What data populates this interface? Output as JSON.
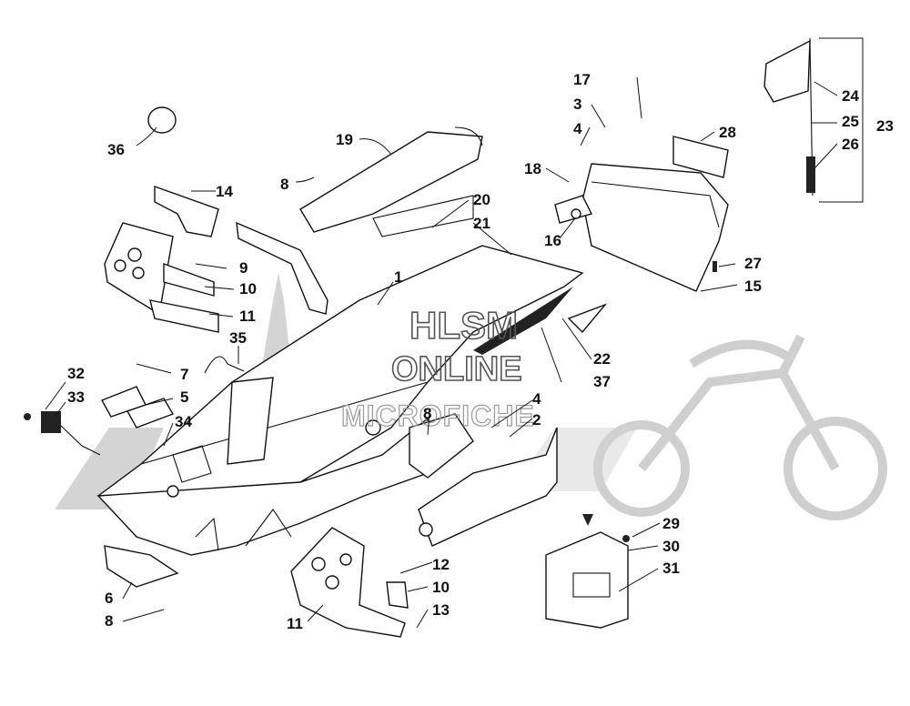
{
  "watermark": {
    "line1": "HLSM",
    "line2": "ONLINE",
    "line3": "MICROFICHE"
  },
  "callouts": [
    {
      "id": "c1",
      "text": "1"
    },
    {
      "id": "c2",
      "text": "2"
    },
    {
      "id": "c3",
      "text": "3"
    },
    {
      "id": "c4a",
      "text": "4"
    },
    {
      "id": "c4b",
      "text": "4"
    },
    {
      "id": "c5",
      "text": "5"
    },
    {
      "id": "c6",
      "text": "6"
    },
    {
      "id": "c7",
      "text": "7"
    },
    {
      "id": "c8a",
      "text": "8"
    },
    {
      "id": "c8b",
      "text": "8"
    },
    {
      "id": "c8c",
      "text": "8"
    },
    {
      "id": "c9",
      "text": "9"
    },
    {
      "id": "c10a",
      "text": "10"
    },
    {
      "id": "c10b",
      "text": "10"
    },
    {
      "id": "c11a",
      "text": "11"
    },
    {
      "id": "c11b",
      "text": "11"
    },
    {
      "id": "c12",
      "text": "12"
    },
    {
      "id": "c13",
      "text": "13"
    },
    {
      "id": "c14",
      "text": "14"
    },
    {
      "id": "c15",
      "text": "15"
    },
    {
      "id": "c16",
      "text": "16"
    },
    {
      "id": "c17",
      "text": "17"
    },
    {
      "id": "c18",
      "text": "18"
    },
    {
      "id": "c19",
      "text": "19"
    },
    {
      "id": "c20",
      "text": "20"
    },
    {
      "id": "c21",
      "text": "21"
    },
    {
      "id": "c22",
      "text": "22"
    },
    {
      "id": "c23",
      "text": "23"
    },
    {
      "id": "c24",
      "text": "24"
    },
    {
      "id": "c25",
      "text": "25"
    },
    {
      "id": "c26",
      "text": "26"
    },
    {
      "id": "c27",
      "text": "27"
    },
    {
      "id": "c28",
      "text": "28"
    },
    {
      "id": "c29",
      "text": "29"
    },
    {
      "id": "c30",
      "text": "30"
    },
    {
      "id": "c31",
      "text": "31"
    },
    {
      "id": "c32",
      "text": "32"
    },
    {
      "id": "c33",
      "text": "33"
    },
    {
      "id": "c34",
      "text": "34"
    },
    {
      "id": "c35",
      "text": "35"
    },
    {
      "id": "c36",
      "text": "36"
    },
    {
      "id": "c37",
      "text": "37"
    }
  ]
}
